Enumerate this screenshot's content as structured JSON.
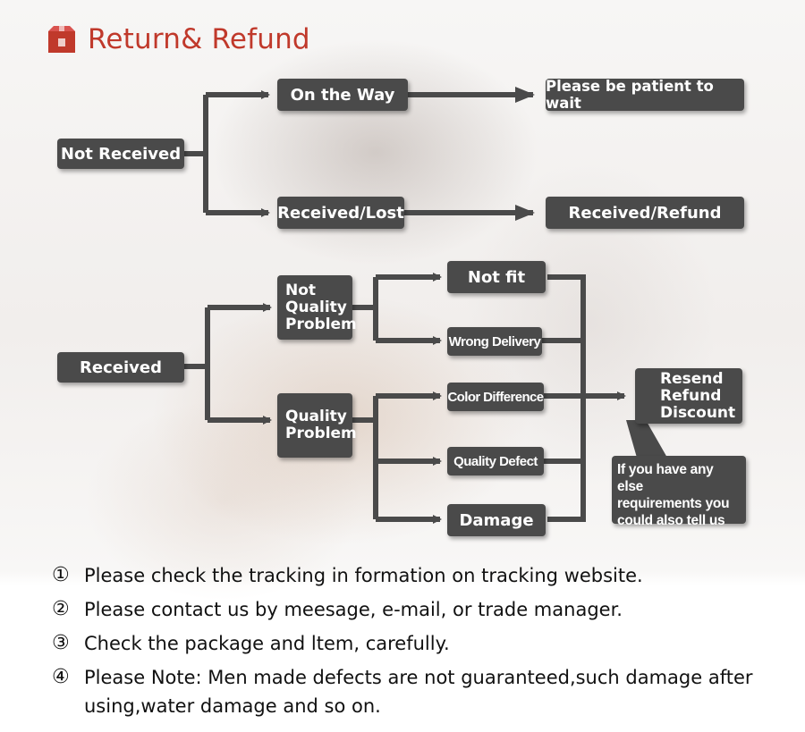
{
  "header": {
    "title": "Return& Refund",
    "icon": "package-icon",
    "accent_color": "#c0392b"
  },
  "diagram": {
    "box_color": "#4a4a4a",
    "not_received": {
      "label": "Not Received",
      "on_the_way": "On the Way",
      "wait": "Please be patient to wait",
      "received_lost": "Received/Lost",
      "received_refund": "Received/Refund"
    },
    "received": {
      "label": "Received",
      "not_quality_lines": [
        "Not",
        "Quality",
        "Problem"
      ],
      "quality_lines": [
        "Quality",
        "Problem"
      ],
      "not_fit": "Not fit",
      "wrong_delivery": "Wrong Delivery",
      "color_difference": "Color Difference",
      "quality_defect": "Quality Defect",
      "damage": "Damage",
      "result_lines": [
        "Resend",
        "Refund",
        "Discount"
      ],
      "note_lines": [
        "If you have any else",
        "requirements you",
        "could also tell us"
      ]
    }
  },
  "tips": [
    {
      "num": "①",
      "text": "Please check the tracking in formation on tracking website."
    },
    {
      "num": "②",
      "text": "Please contact us by meesage, e-mail, or trade manager."
    },
    {
      "num": "③",
      "text": "Check the package and ltem, carefully."
    },
    {
      "num": "④",
      "text": "Please Note: Men made defects  are not guaranteed,such damage after using,water damage and so on."
    }
  ]
}
